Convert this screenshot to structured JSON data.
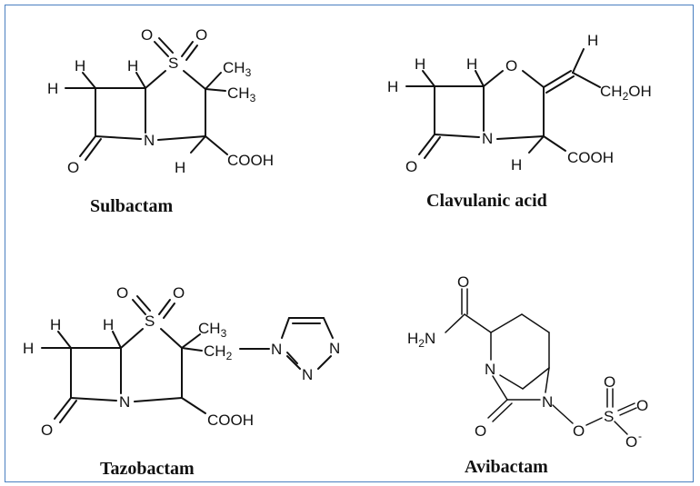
{
  "frame": {
    "border_color": "#4a7fc0"
  },
  "molecules": {
    "sulbactam": {
      "name": "Sulbactam",
      "atoms": {
        "h1": "H",
        "h2": "H",
        "h3": "H",
        "h4": "H",
        "s": "S",
        "o1": "O",
        "o2": "O",
        "ch3a": "CH3",
        "ch3b": "CH3",
        "n": "N",
        "o3": "O",
        "cooh": "COOH"
      }
    },
    "clavulanic": {
      "name": "Clavulanic acid",
      "atoms": {
        "h1": "H",
        "h2": "H",
        "h3": "H",
        "h4": "H",
        "h5": "H",
        "o_ring": "O",
        "ch2oh": "CH2OH",
        "n": "N",
        "o_keto": "O",
        "cooh": "COOH"
      }
    },
    "tazobactam": {
      "name": "Tazobactam",
      "atoms": {
        "h1": "H",
        "h2": "H",
        "h3": "H",
        "s": "S",
        "o1": "O",
        "o2": "O",
        "ch3": "CH3",
        "ch2": "CH2",
        "n_tri1": "N",
        "n_tri2": "N",
        "n_tri3": "N",
        "n": "N",
        "o3": "O",
        "cooh": "COOH"
      }
    },
    "avibactam": {
      "name": "Avibactam",
      "atoms": {
        "o_amide": "O",
        "h2n": "H2N",
        "n1": "N",
        "n2": "N",
        "o_keto": "O",
        "o_link": "O",
        "s": "S",
        "o_a": "O",
        "o_b": "O",
        "o_c": "O",
        "charge": "-"
      }
    }
  }
}
